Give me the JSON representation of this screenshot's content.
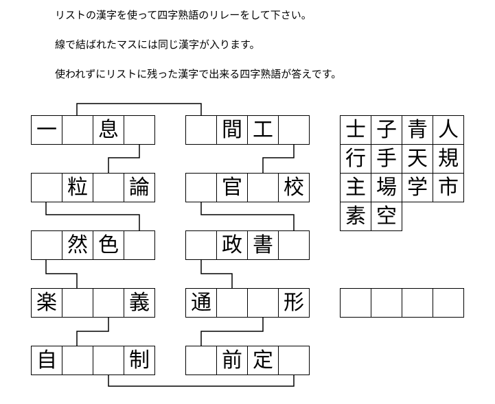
{
  "instructions": [
    "リストの漢字を使って四字熟語のリレーをして下さい。",
    "線で結ばれたマスには同じ漢字が入ります。",
    "使われずにリストに残った漢字で出来る四字熟語が答えです。"
  ],
  "left_column": [
    [
      "一",
      "",
      "息",
      ""
    ],
    [
      "",
      "粒",
      "",
      "論"
    ],
    [
      "",
      "然",
      "色",
      ""
    ],
    [
      "楽",
      "",
      "",
      "義"
    ],
    [
      "自",
      "",
      "",
      "制"
    ]
  ],
  "right_column": [
    [
      "",
      "間",
      "工",
      ""
    ],
    [
      "",
      "官",
      "",
      "校"
    ],
    [
      "",
      "政",
      "書",
      ""
    ],
    [
      "通",
      "",
      "",
      "形"
    ],
    [
      "",
      "前",
      "定",
      ""
    ]
  ],
  "kanji_list": [
    [
      "士",
      "子",
      "青",
      "人"
    ],
    [
      "行",
      "手",
      "天",
      "規"
    ],
    [
      "主",
      "場",
      "学",
      "市"
    ],
    [
      "素",
      "空"
    ]
  ],
  "answer": [
    "",
    "",
    "",
    ""
  ]
}
